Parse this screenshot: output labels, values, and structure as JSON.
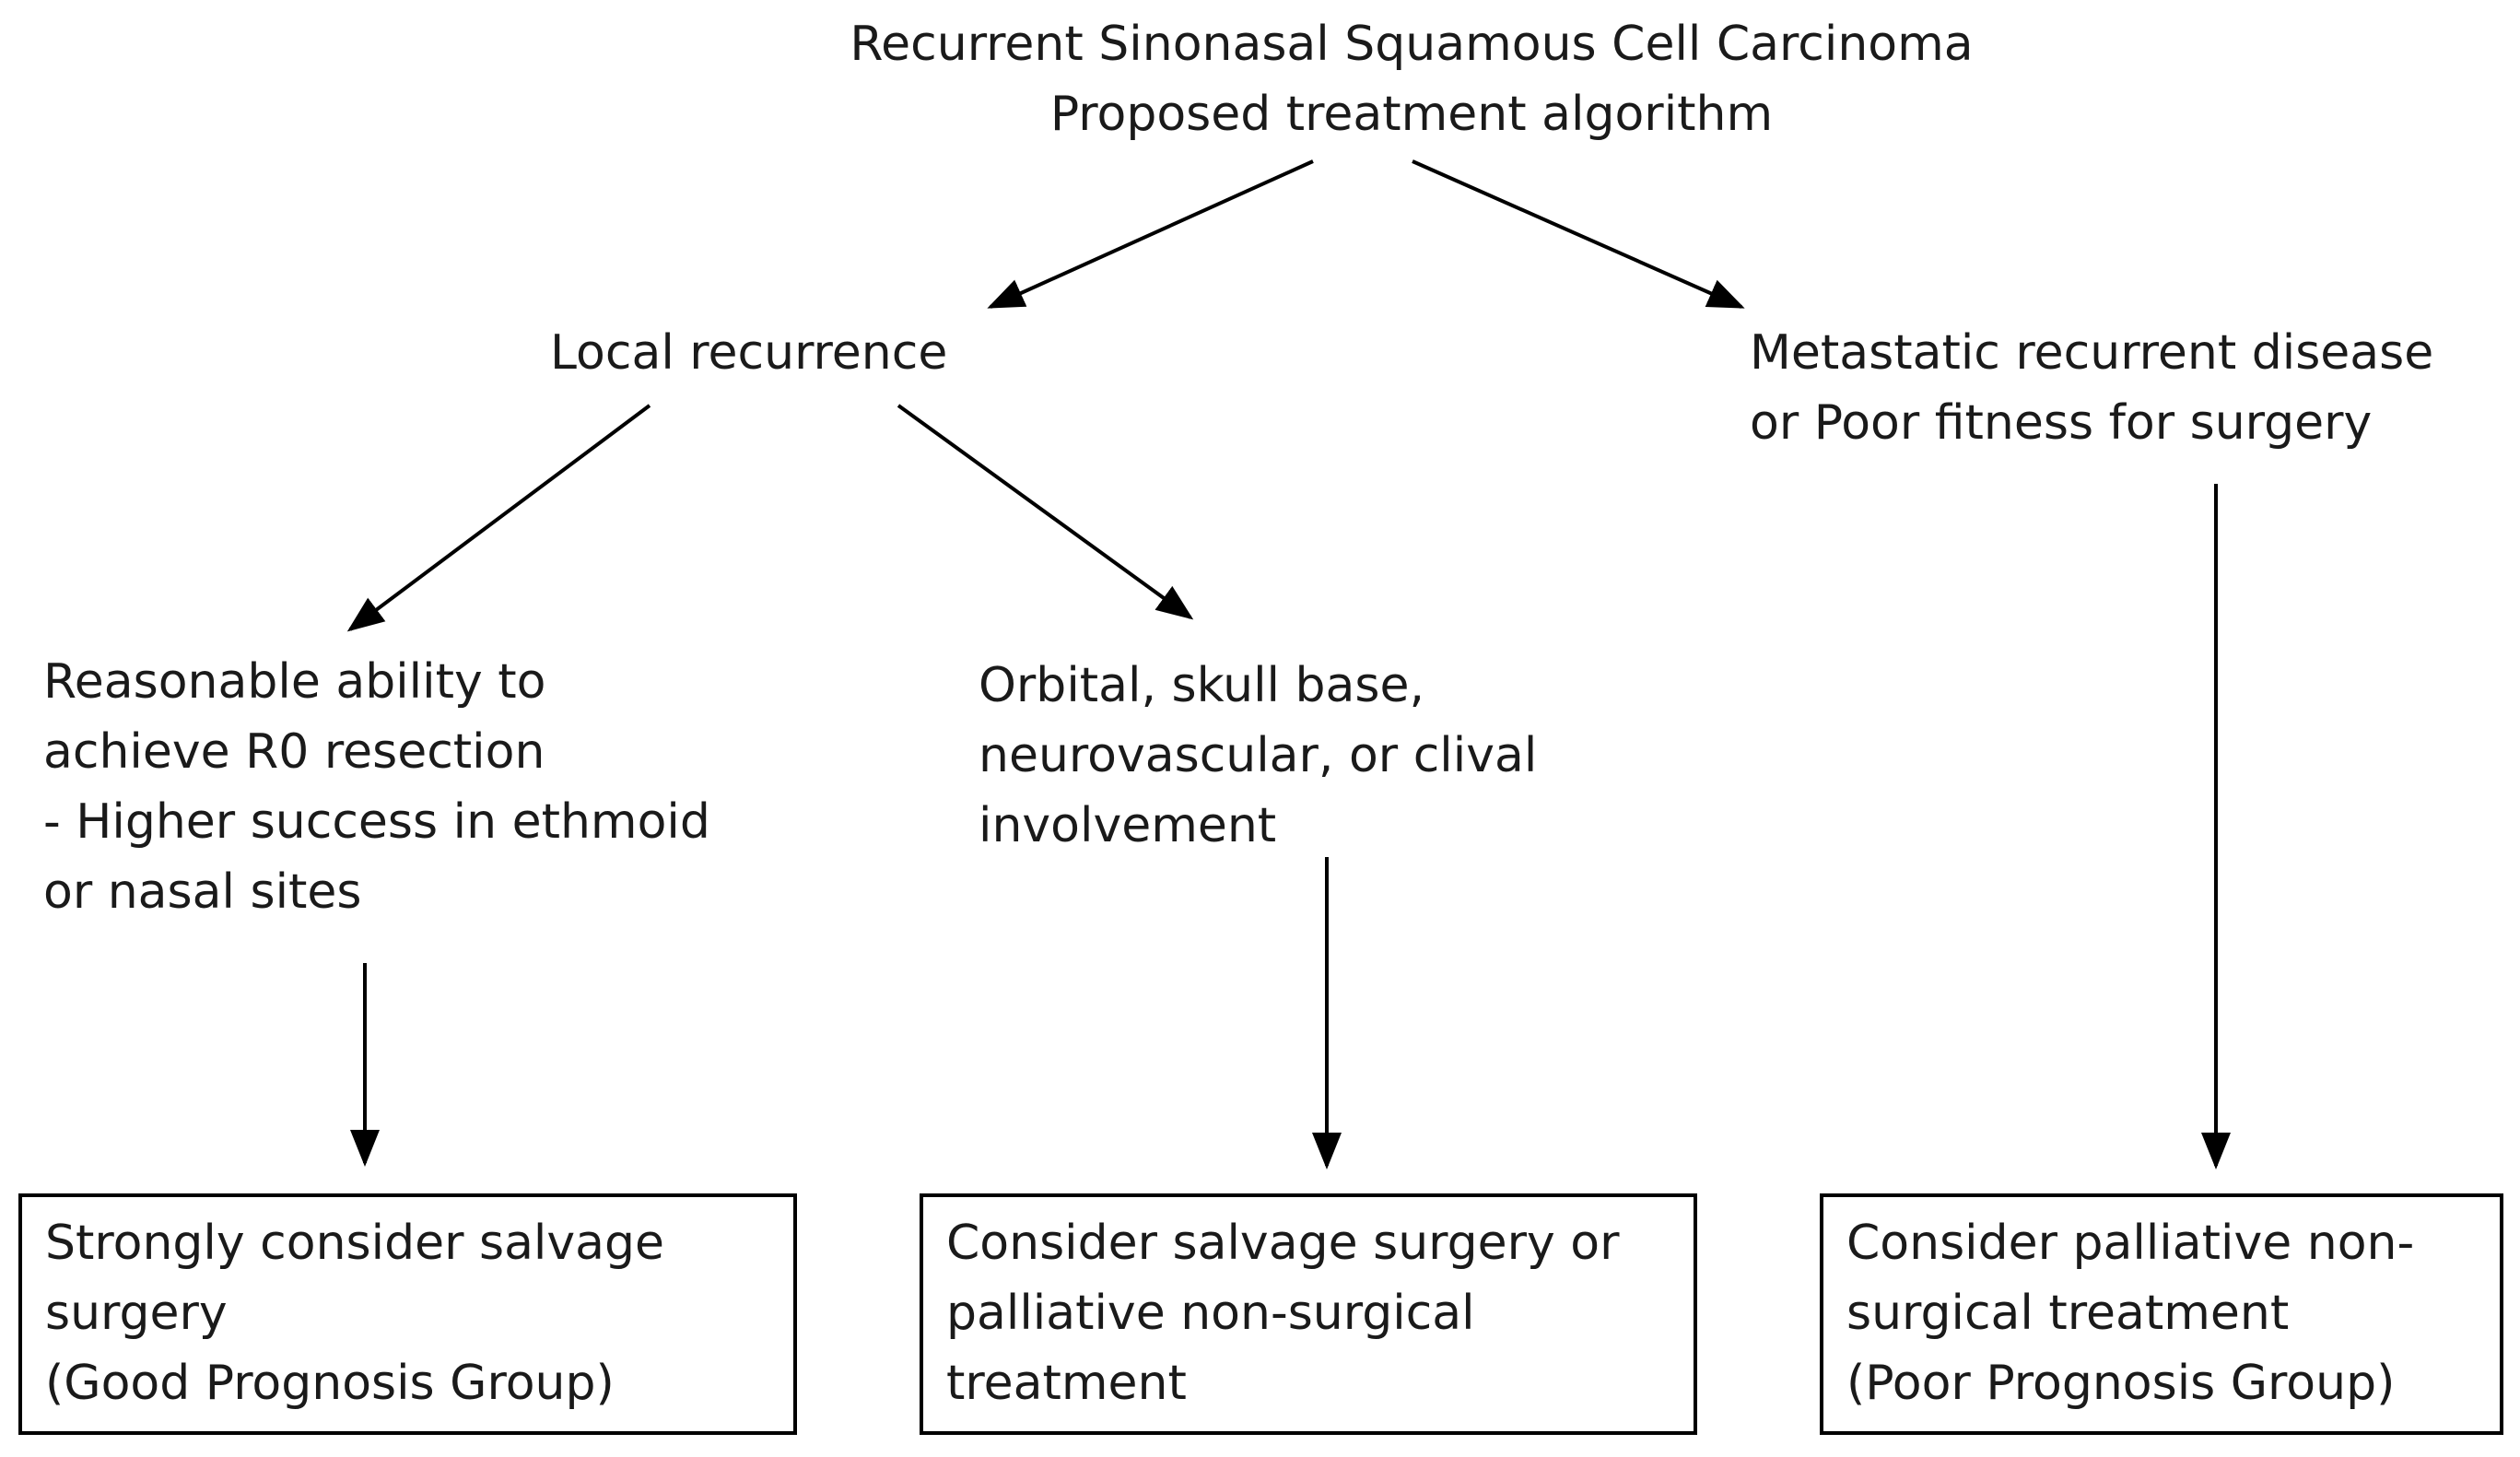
{
  "title": {
    "line1": "Recurrent Sinonasal Squamous Cell Carcinoma",
    "line2": "Proposed treatment algorithm"
  },
  "nodes": {
    "local_recurrence": {
      "line1": "Local recurrence"
    },
    "metastatic": {
      "line1": "Metastatic recurrent disease",
      "line2": "or Poor fitness for surgery"
    },
    "r0_resection": {
      "line1": "Reasonable ability to",
      "line2": "achieve R0 resection",
      "line3": "- Higher success in ethmoid",
      "line4": "or nasal sites"
    },
    "orbital": {
      "line1": "Orbital, skull base,",
      "line2": "neurovascular, or clival",
      "line3": "involvement"
    }
  },
  "outcomes": {
    "salvage": {
      "line1": "Strongly consider salvage",
      "line2": "surgery",
      "line3": "(Good Prognosis Group)"
    },
    "salvage_or_palliative": {
      "line1": "Consider salvage surgery or",
      "line2": "palliative non-surgical",
      "line3": "treatment"
    },
    "palliative": {
      "line1": "Consider palliative non-",
      "line2": "surgical treatment",
      "line3": "(Poor Prognosis Group)"
    }
  }
}
